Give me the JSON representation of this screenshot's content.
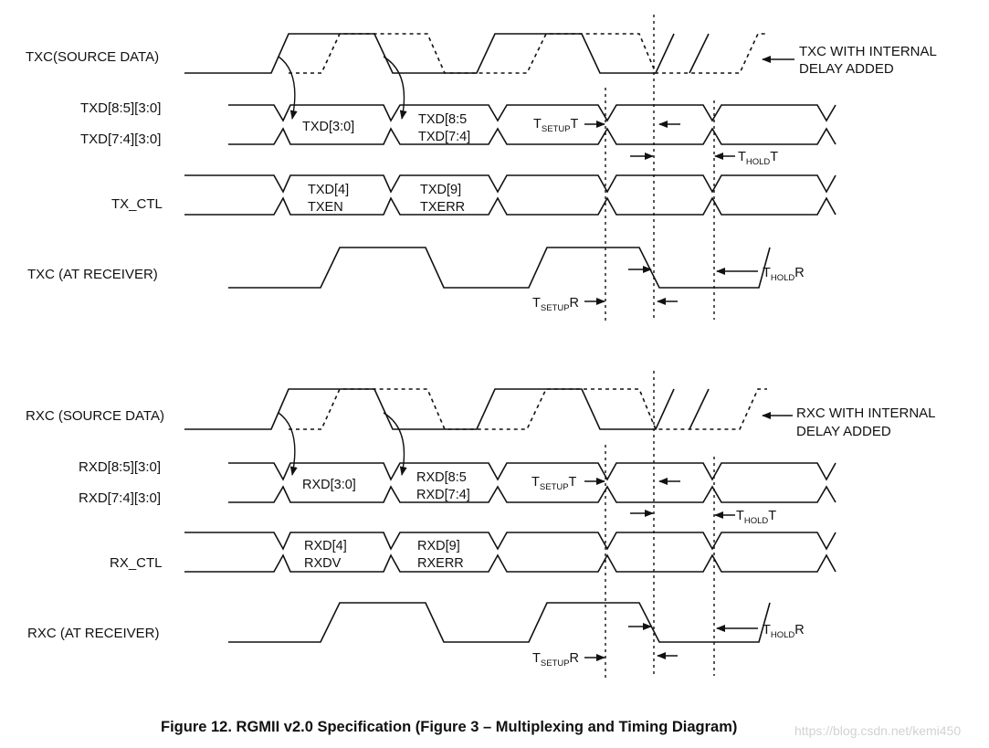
{
  "tx": {
    "clk_label": "TXC(SOURCE DATA)",
    "d_hi_label": "TXD[8:5][3:0]",
    "d_lo_label": "TXD[7:4][3:0]",
    "ctl_label": "TX_CTL",
    "rclk_label": "TXC (AT RECEIVER)",
    "delay_note_1": "TXC WITH INTERNAL",
    "delay_note_2": "DELAY ADDED",
    "cell_d0": "TXD[3:0]",
    "cell_d1a": "TXD[8:5",
    "cell_d1b": "TXD[7:4]",
    "cell_c0a": "TXD[4]",
    "cell_c0b": "TXEN",
    "cell_c1a": "TXD[9]",
    "cell_c1b": "TXERR"
  },
  "rx": {
    "clk_label": "RXC (SOURCE DATA)",
    "d_hi_label": "RXD[8:5][3:0]",
    "d_lo_label": "RXD[7:4][3:0]",
    "ctl_label": "RX_CTL",
    "rclk_label": "RXC (AT RECEIVER)",
    "delay_note_1": "RXC WITH INTERNAL",
    "delay_note_2": "DELAY ADDED",
    "cell_d0": "RXD[3:0]",
    "cell_d1a": "RXD[8:5",
    "cell_d1b": "RXD[7:4]",
    "cell_c0a": "RXD[4]",
    "cell_c0b": "RXDV",
    "cell_c1a": "RXD[9]",
    "cell_c1b": "RXERR"
  },
  "timing": {
    "t": "T",
    "setup_sub": "SETUP",
    "hold_sub": "HOLD",
    "suffix_t": "T",
    "suffix_r": "R"
  },
  "caption": "Figure 12.  RGMII v2.0 Specification (Figure 3 – Multiplexing and Timing Diagram)",
  "watermark": "https://blog.csdn.net/kemi450"
}
